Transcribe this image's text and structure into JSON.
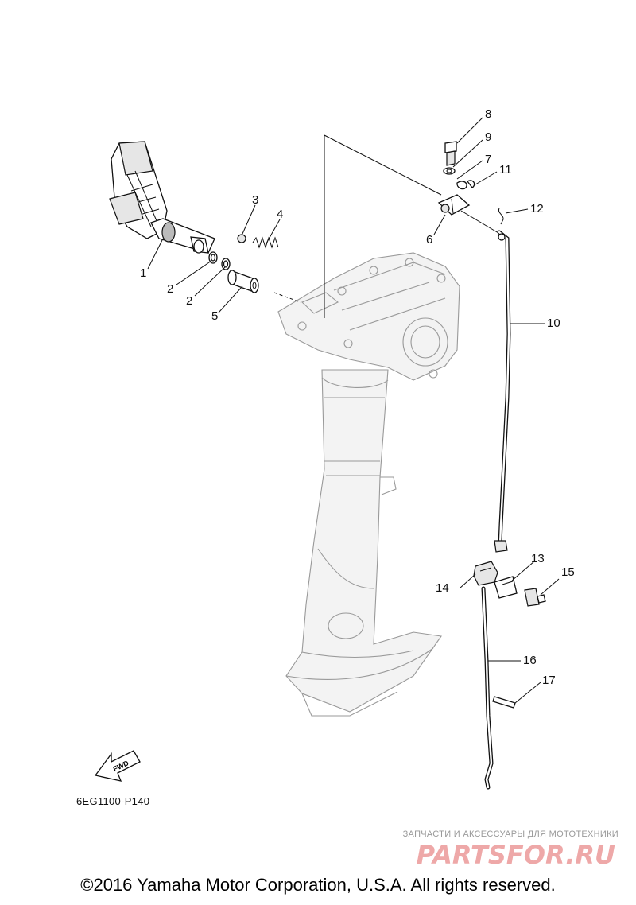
{
  "callouts": {
    "c1": "1",
    "c2a": "2",
    "c2b": "2",
    "c3": "3",
    "c4": "4",
    "c5": "5",
    "c6": "6",
    "c7": "7",
    "c8": "8",
    "c9": "9",
    "c10": "10",
    "c11": "11",
    "c12": "12",
    "c13": "13",
    "c14": "14",
    "c15": "15",
    "c16": "16",
    "c17": "17"
  },
  "fwd_label": "FWD",
  "diagram_code": "6EG1100-P140",
  "watermark": {
    "subtitle": "ЗАПЧАСТИ И АКСЕССУАРЫ ДЛЯ МОТОТЕХНИКИ",
    "logo_text": "PARTSFOR.RU",
    "logo_color": "#e06060"
  },
  "copyright": "©2016 Yamaha Motor Corporation, U.S.A. All rights reserved."
}
